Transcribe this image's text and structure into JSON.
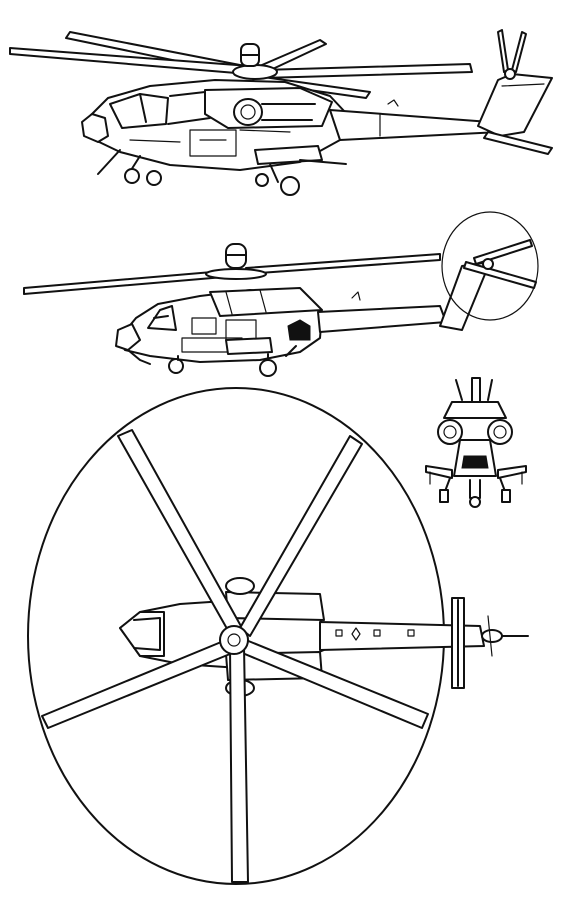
{
  "figure": {
    "views": [
      {
        "id": "perspective",
        "label": ""
      },
      {
        "id": "side",
        "label": ""
      },
      {
        "id": "front",
        "label": ""
      },
      {
        "id": "top",
        "label": ""
      }
    ],
    "colors": {
      "ink": "#111111",
      "paper": "#ffffff"
    }
  }
}
